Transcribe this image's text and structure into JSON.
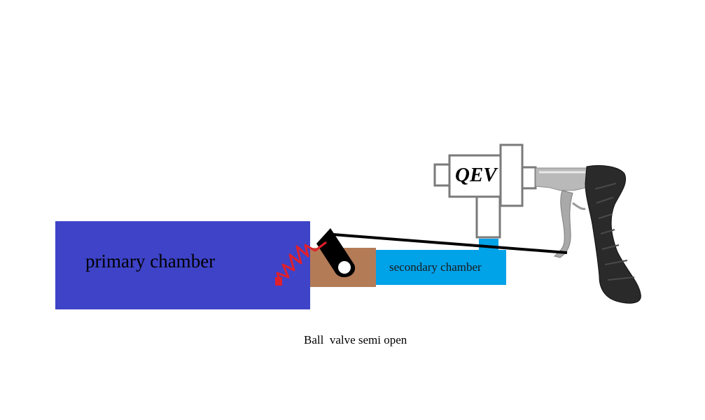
{
  "diagram": {
    "primary_chamber_label": "primary chamber",
    "secondary_chamber_label": "secondary chamber",
    "qev_label": "QEV",
    "caption": "Ball  valve semi open"
  },
  "colors": {
    "primary_chamber": "#3e43c8",
    "valve_body": "#b47b57",
    "secondary_chamber": "#00a2e8",
    "spring": "#e0202c",
    "linkage": "#000000",
    "qev_outline": "#7a7a7a",
    "pistol_grip": "#2a2a2a",
    "pistol_metal": "#b9b9b9"
  }
}
